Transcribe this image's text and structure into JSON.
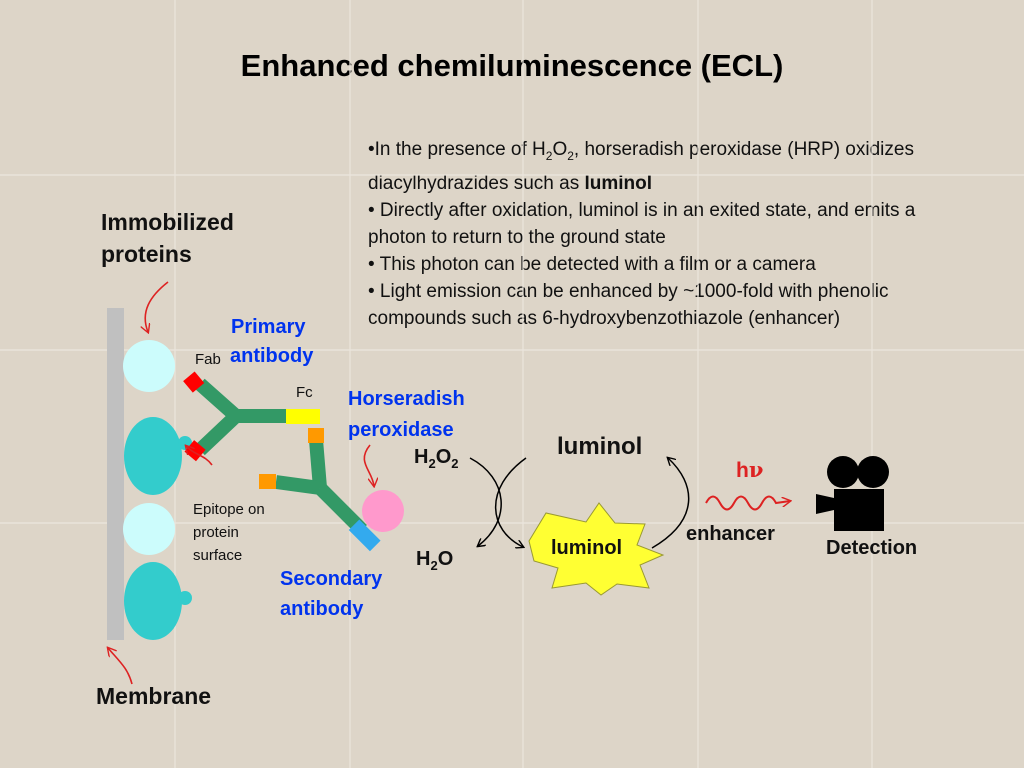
{
  "title": "Enhanced chemiluminescence (ECL)",
  "bullets": {
    "b1_pre": "•In the presence of H",
    "b1_sub1": "2",
    "b1_mid": "O",
    "b1_sub2": "2",
    "b1_post": ", horseradish peroxidase (HRP) oxidizes diacylhydrazides such as ",
    "b1_bold": "luminol",
    "b2": "• Directly after oxidation, luminol is in an exited state, and emits a photon to return to the ground state",
    "b3": "• This photon can be detected with a film or a camera",
    "b4": "• Light emission can be enhanced by ~1000-fold with phenolic compounds such as 6-hydroxybenzothiazole (enhancer)"
  },
  "labels": {
    "immobilized_line1": "Immobilized",
    "immobilized_line2": "proteins",
    "primary_line1": "Primary",
    "primary_line2": "antibody",
    "fab": "Fab",
    "fc": "Fc",
    "hrp_line1": "Horseradish",
    "hrp_line2": "peroxidase",
    "epitope_line1": "Epitope on",
    "epitope_line2": "protein",
    "epitope_line3": "surface",
    "secondary_line1": "Secondary",
    "secondary_line2": "antibody",
    "membrane": "Membrane",
    "h2o2_main": "H",
    "h2o2_sub": "2",
    "h2o2_o": "O",
    "h2o2_sub2": "2",
    "h2o_main": "H",
    "h2o_sub": "2",
    "h2o_o": "O",
    "luminol_top": "luminol",
    "luminol_excited": "luminol",
    "enhancer": "enhancer",
    "hv_h": "h",
    "hv_nu": "ν",
    "detection": "Detection"
  },
  "colors": {
    "membrane": "#c0c0c0",
    "protein_light": "#ccfcfc",
    "protein_teal": "#33cccc",
    "antibody": "#339966",
    "fab_tip": "#ff0000",
    "fc_primary": "#ffff00",
    "fc_secondary": "#3399ff",
    "tip_orange": "#ff9900",
    "hrp": "#ff99cc",
    "star": "#ffff33",
    "arrow_red": "#dd2222",
    "label_blue": "#0033ee"
  }
}
